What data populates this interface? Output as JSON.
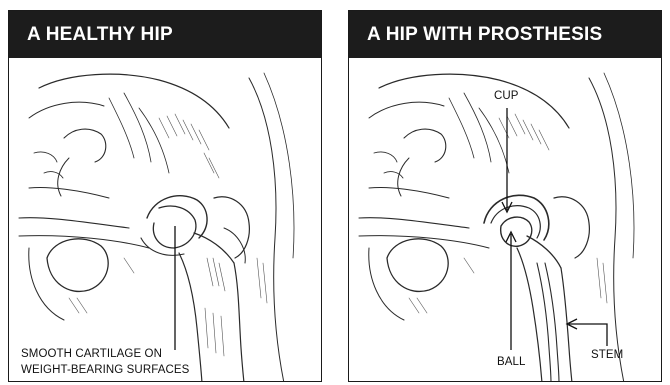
{
  "panels": [
    {
      "title": "A HEALTHY HIP",
      "labels": {
        "cartilage_line1": "SMOOTH CARTILAGE ON",
        "cartilage_line2": "WEIGHT-BEARING SURFACES"
      }
    },
    {
      "title": "A HIP WITH PROSTHESIS",
      "labels": {
        "cup": "CUP",
        "ball": "BALL",
        "stem": "STEM"
      }
    }
  ],
  "colors": {
    "header_bg": "#1c1c1c",
    "header_text": "#ffffff",
    "border": "#1a1a1a",
    "ink": "#2a2a2a"
  }
}
